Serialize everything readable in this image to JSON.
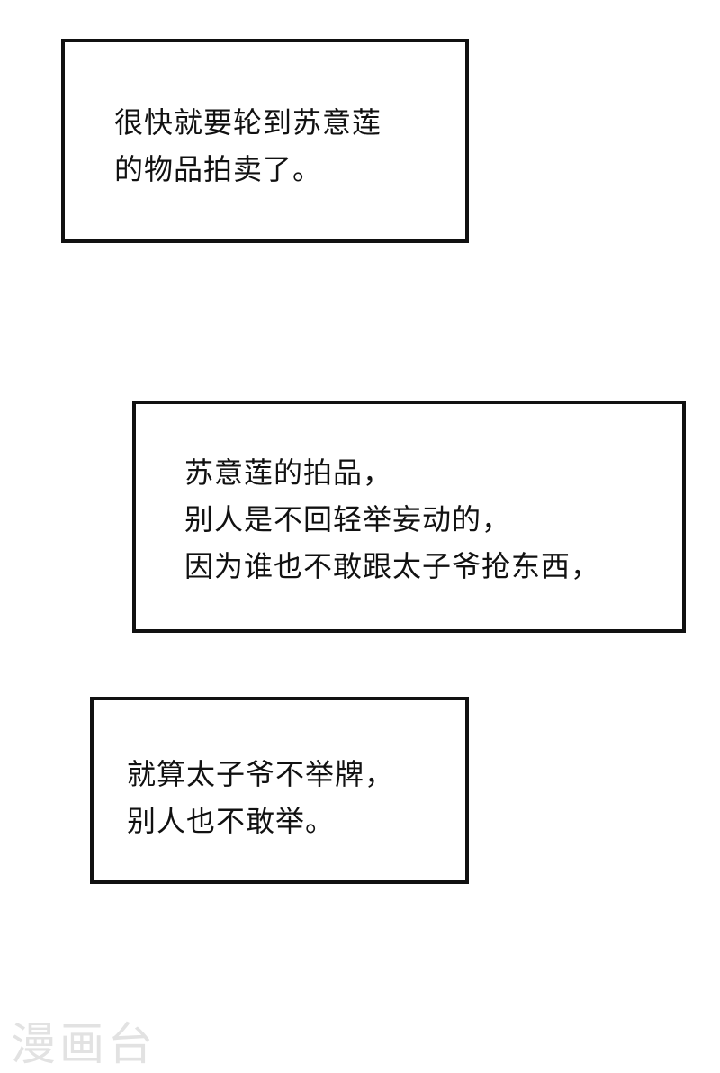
{
  "caption_boxes": [
    {
      "lines": [
        "很快就要轮到苏意莲",
        "的物品拍卖了。"
      ]
    },
    {
      "lines": [
        "苏意莲的拍品，",
        "别人是不回轻举妄动的，",
        "因为谁也不敢跟太子爷抢东西，"
      ]
    },
    {
      "lines": [
        "就算太子爷不举牌，",
        "别人也不敢举。"
      ]
    }
  ],
  "watermark": "漫画台"
}
